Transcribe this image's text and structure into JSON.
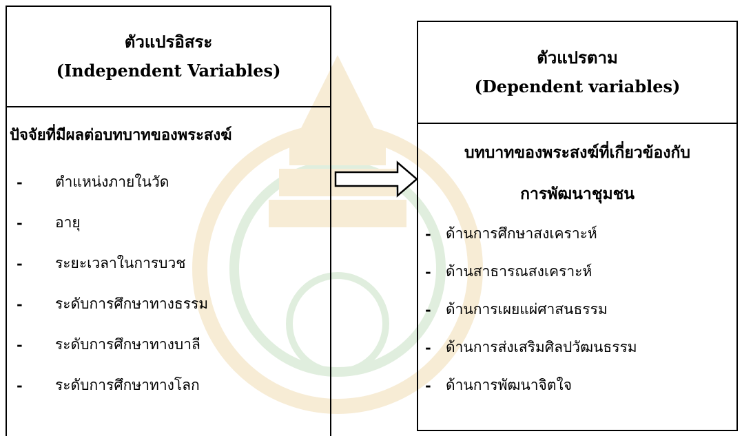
{
  "independent": {
    "title_th": "ตัวแปรอิสระ",
    "title_en": "(Independent  Variables)",
    "group_title": "ปัจจัยที่มีผลต่อบทบาทของพระสงฆ์",
    "items": [
      {
        "dash": "-",
        "label": "ตำแหน่งภายในวัด"
      },
      {
        "dash": "-",
        "label": "อายุ"
      },
      {
        "dash": "-",
        "label": "ระยะเวลาในการบวช"
      },
      {
        "dash": "-",
        "label": "ระดับการศึกษาทางธรรม"
      },
      {
        "dash": "-",
        "label": "ระดับการศึกษาทางบาลี"
      },
      {
        "dash": "-",
        "label": "ระดับการศึกษาทางโลก"
      }
    ]
  },
  "dependent": {
    "title_th": "ตัวแปรตาม",
    "title_en": "(Dependent  variables)",
    "group_title_line1": "บทบาทของพระสงฆ์ที่เกี่ยวข้องกับ",
    "group_title_line2": "การพัฒนาชุมชน",
    "items": [
      {
        "dash": "-",
        "label": "ด้านการศึกษาสงเคราะห์"
      },
      {
        "dash": "-",
        "label": "ด้านสาธารณสงเคราะห์"
      },
      {
        "dash": "-",
        "label": "ด้านการเผยแผ่ศาสนธรรม"
      },
      {
        "dash": "-",
        "label": "ด้านการส่งเสริมศิลปวัฒนธรรม"
      },
      {
        "dash": "-",
        "label": "ด้านการพัฒนาจิตใจ"
      }
    ]
  },
  "colors": {
    "watermark_gold": "#e9c98a",
    "watermark_green": "#a9cfa2"
  }
}
